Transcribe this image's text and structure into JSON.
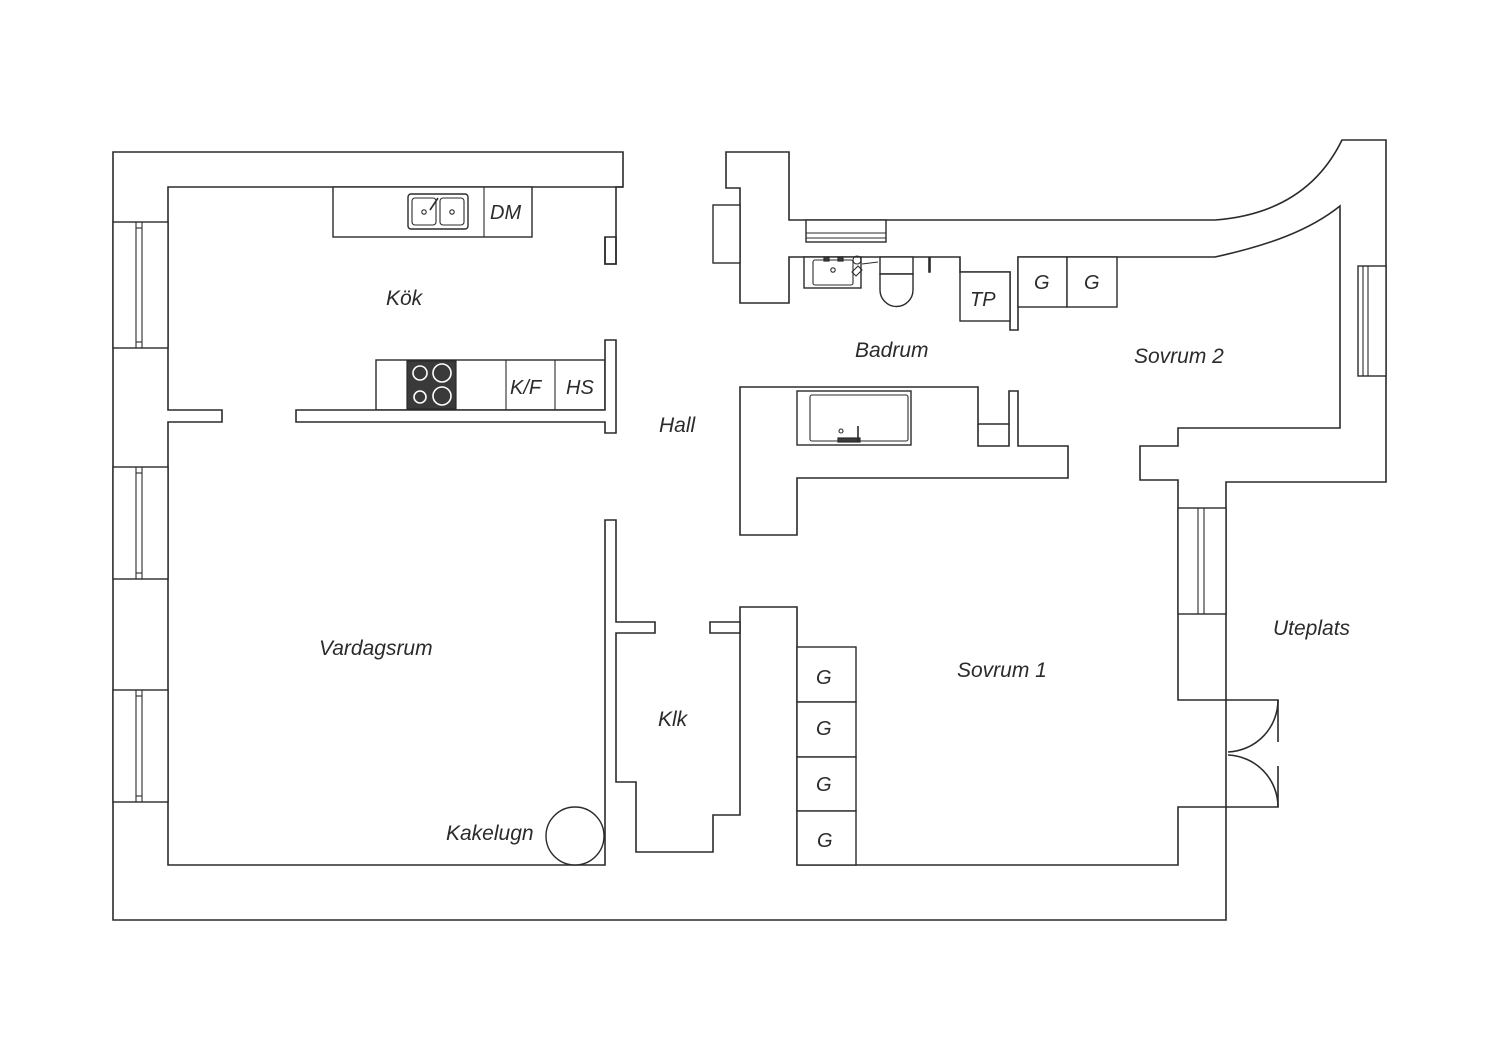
{
  "rooms": {
    "kitchen": "Kök",
    "hall": "Hall",
    "bathroom": "Badrum",
    "bedroom2": "Sovrum 2",
    "living": "Vardagsrum",
    "bedroom1": "Sovrum 1",
    "closet": "Klk",
    "patio": "Uteplats"
  },
  "fixtures": {
    "dishwasher": "DM",
    "fridge_freezer": "K/F",
    "cabinet_hs": "HS",
    "washer": "TP",
    "wardrobe": "G",
    "tiled_stove": "Kakelugn"
  }
}
